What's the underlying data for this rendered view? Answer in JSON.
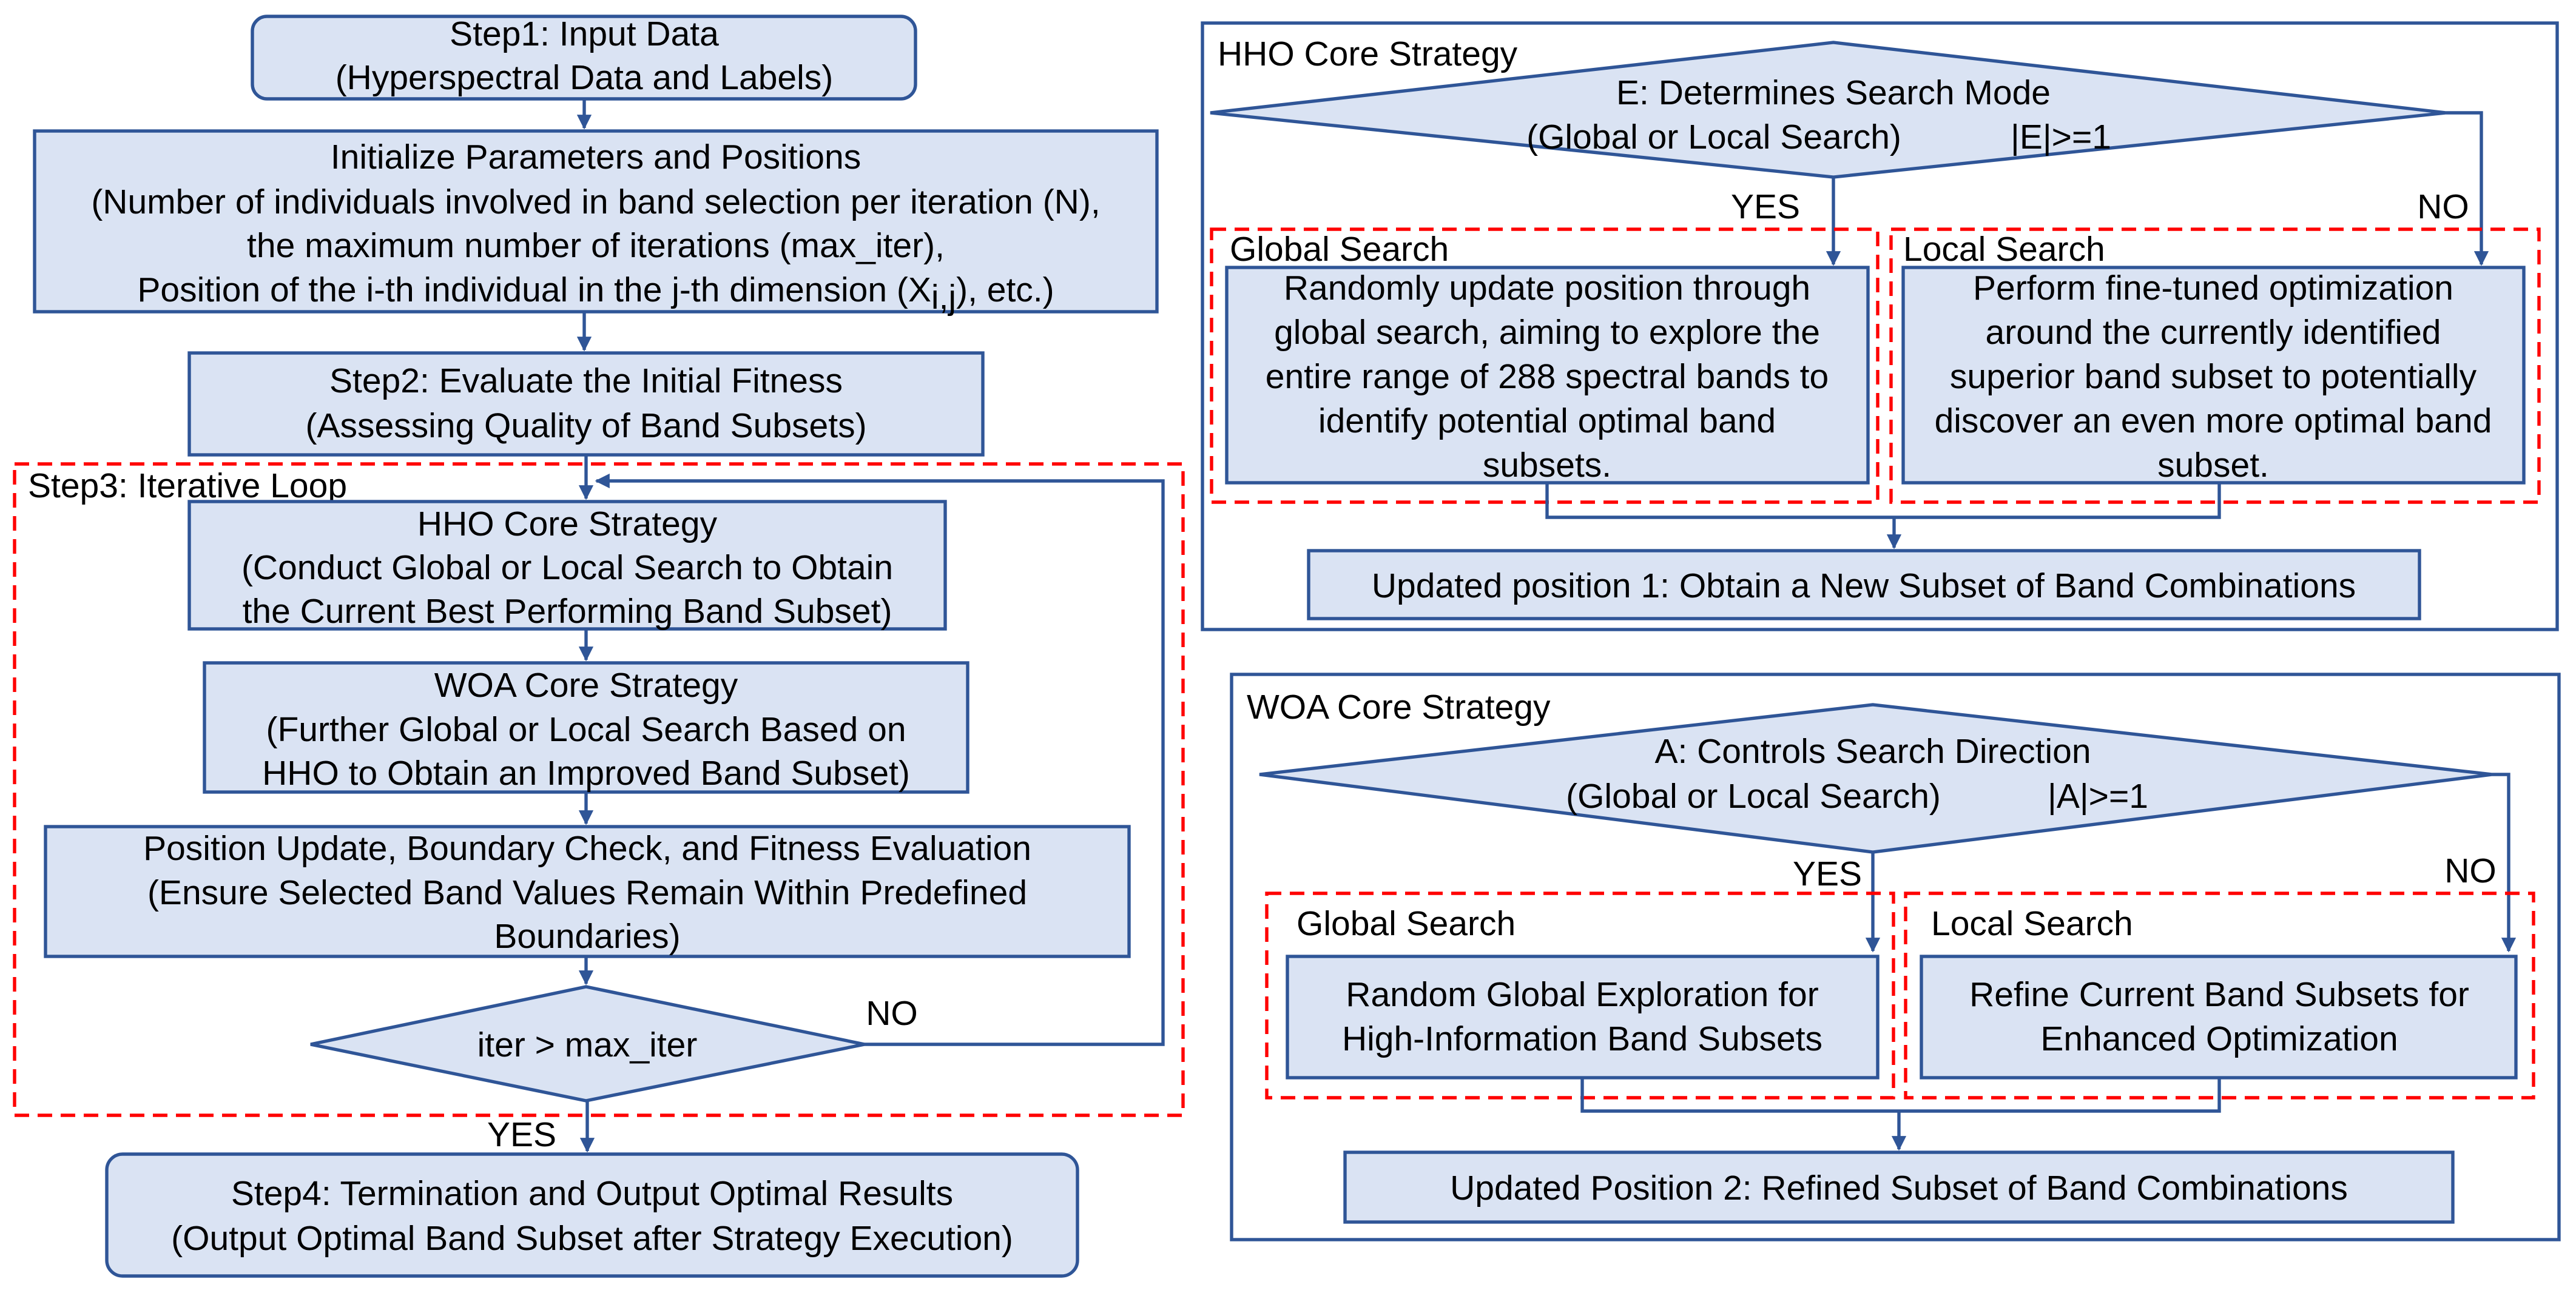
{
  "left": {
    "step1": [
      "Step1: Input Data",
      "(Hyperspectral Data and Labels)"
    ],
    "init": {
      "lines": [
        "Initialize Parameters and Positions",
        "(Number of individuals involved in band selection per iteration (N),",
        "the maximum number of iterations (max_iter),"
      ],
      "last_prefix": "Position of the i-th individual in the j-th dimension (X",
      "last_sub": "i,j",
      "last_suffix": "), etc.)"
    },
    "step2": [
      "Step2: Evaluate the Initial Fitness",
      "(Assessing Quality of Band Subsets)"
    ],
    "loop_label": "Step3: Iterative Loop",
    "hho": [
      "HHO Core Strategy",
      "(Conduct Global or Local Search to Obtain",
      "the Current Best Performing Band Subset)"
    ],
    "woa": [
      "WOA Core Strategy",
      "(Further Global or Local Search Based on",
      "HHO to Obtain an Improved Band Subset)"
    ],
    "update": [
      "Position Update, Boundary Check, and Fitness Evaluation",
      "(Ensure Selected Band Values Remain Within Predefined",
      "Boundaries)"
    ],
    "decision": "iter > max_iter",
    "no": "NO",
    "yes": "YES",
    "step4": [
      "Step4: Termination and Output Optimal Results",
      "(Output Optimal Band Subset after Strategy Execution)"
    ]
  },
  "hho_panel": {
    "title": "HHO Core Strategy",
    "decision": [
      "E: Determines Search Mode",
      "(Global or Local Search)",
      "|E|>=1"
    ],
    "yes": "YES",
    "no": "NO",
    "global_label": "Global Search",
    "global_text": [
      "Randomly update position through",
      "global search, aiming to explore the",
      "entire range of 288 spectral bands to",
      "identify potential optimal band",
      "subsets."
    ],
    "local_label": "Local Search",
    "local_text": [
      "Perform fine-tuned optimization",
      "around the currently identified",
      "superior band subset to potentially",
      "discover an even more optimal band",
      "subset."
    ],
    "result": "Updated position 1: Obtain a New Subset of Band Combinations"
  },
  "woa_panel": {
    "title": "WOA Core Strategy",
    "decision": [
      "A: Controls Search Direction",
      "(Global or Local Search)",
      "|A|>=1"
    ],
    "yes": "YES",
    "no": "NO",
    "global_label": "Global Search",
    "global_text": [
      "Random Global Exploration for",
      "High-Information Band Subsets"
    ],
    "local_label": "Local Search",
    "local_text": [
      "Refine Current Band Subsets for",
      "Enhanced Optimization"
    ],
    "result": "Updated Position 2: Refined Subset of Band Combinations"
  }
}
